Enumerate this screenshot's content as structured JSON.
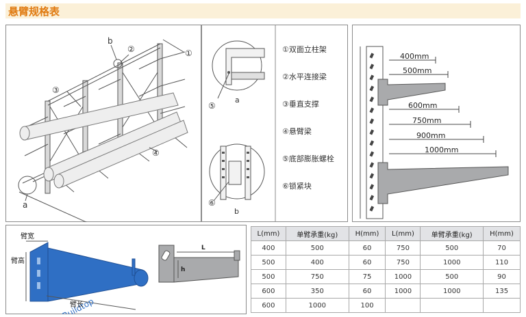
{
  "header": {
    "title": "悬臂规格表"
  },
  "rack_labels": {
    "b": "b",
    "n2": "②",
    "n1": "①",
    "n3": "③",
    "n4": "④",
    "a": "a"
  },
  "detail_labels": {
    "n5": "⑤",
    "a": "a",
    "n6": "⑥",
    "b": "b"
  },
  "legend": [
    "①双面立柱架",
    "②水平连接梁",
    "③垂直支撑",
    "④悬臂梁",
    "⑤底部膨胀螺栓",
    "⑥锁紧块"
  ],
  "lengths": [
    "400mm",
    "500mm",
    "600mm",
    "750mm",
    "900mm",
    "1000mm"
  ],
  "arm_labels": {
    "width": "臂宽",
    "height": "臂高",
    "length": "臂长",
    "L": "L",
    "h": "h",
    "brand": "Buildtop"
  },
  "table": {
    "headers": [
      "L(mm)",
      "单臂承重(kg)",
      "H(mm)",
      "L(mm)",
      "单臂承重(kg)",
      "H(mm)"
    ],
    "rows": [
      [
        "400",
        "500",
        "60",
        "750",
        "500",
        "70"
      ],
      [
        "500",
        "400",
        "60",
        "750",
        "1000",
        "110"
      ],
      [
        "500",
        "750",
        "75",
        "1000",
        "500",
        "90"
      ],
      [
        "600",
        "350",
        "60",
        "1000",
        "1000",
        "135"
      ],
      [
        "600",
        "1000",
        "100",
        "",
        "",
        ""
      ]
    ]
  },
  "colors": {
    "title": "#e07a10",
    "header_bg": "#fbf0d8",
    "arm_blue": "#2f6fc4",
    "steel_gray": "#a9aaac",
    "table_header": "#e2e3e6"
  }
}
